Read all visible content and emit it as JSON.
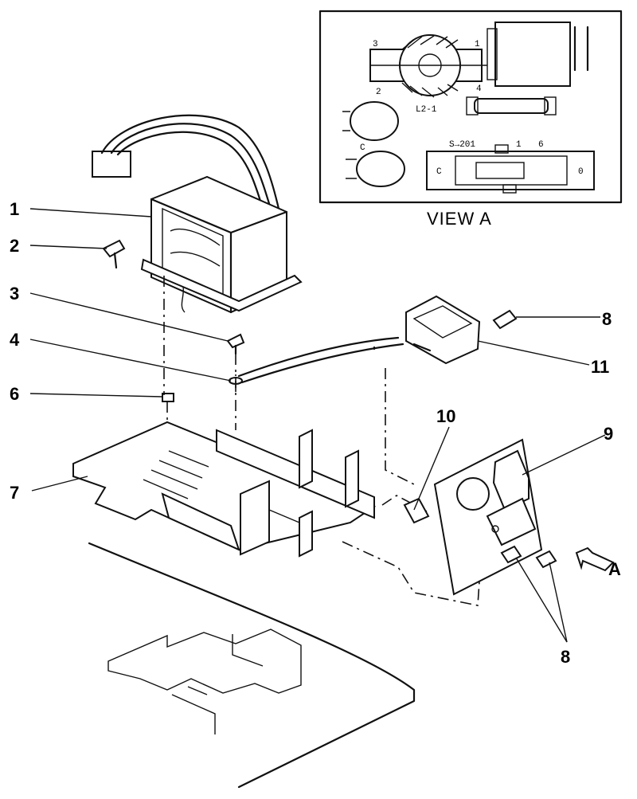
{
  "view_a": {
    "title": "VIEW A",
    "labels": [
      "L2-1",
      "S→201",
      "C",
      "C",
      "0",
      "6",
      "1",
      "3",
      "2",
      "1",
      "4"
    ]
  },
  "callouts": [
    "1",
    "2",
    "3",
    "4",
    "6",
    "7",
    "8",
    "11",
    "10",
    "9",
    "8"
  ],
  "arrow_label": "A"
}
